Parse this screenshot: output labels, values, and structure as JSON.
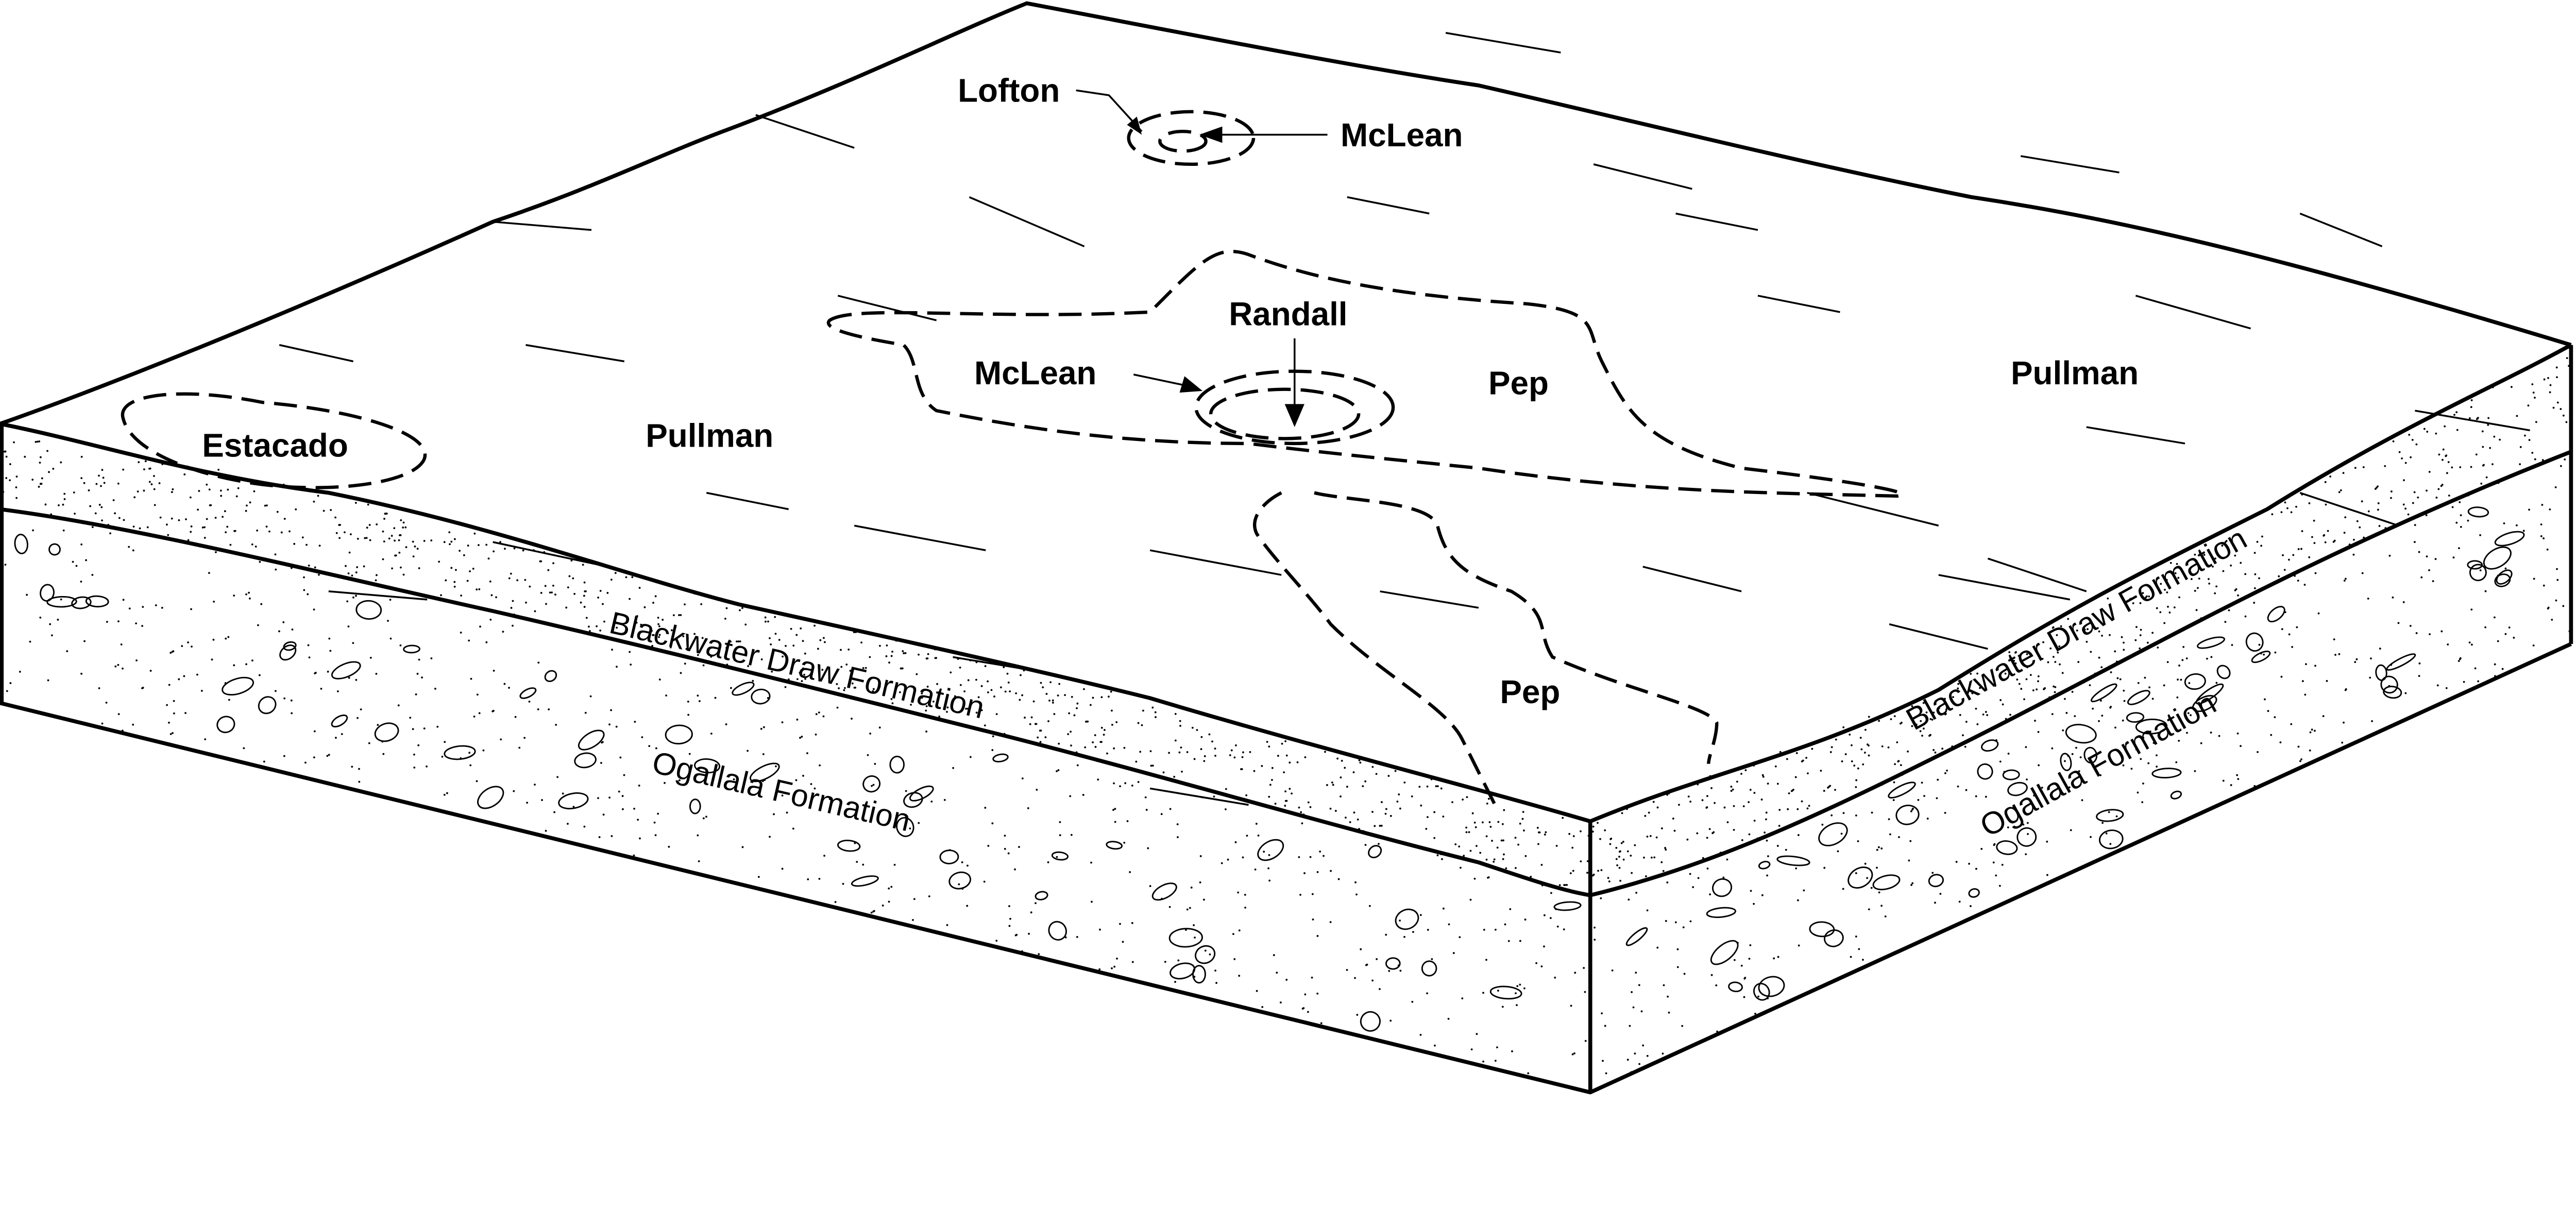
{
  "title": "Soil series block diagram",
  "surface_labels": {
    "lofton": "Lofton",
    "mclean_top": "McLean",
    "mclean_center": "McLean",
    "randall": "Randall",
    "pep_center": "Pep",
    "pep_lower": "Pep",
    "pullman_left": "Pullman",
    "pullman_right": "Pullman",
    "estacado": "Estacado"
  },
  "formations": {
    "blackwater_left": "Blackwater Draw Formation",
    "blackwater_right": "Blackwater Draw Formation",
    "ogallala_left": "Ogallala Formation",
    "ogallala_right": "Ogallala Formation"
  },
  "colors": {
    "ink": "#000000",
    "paper": "#ffffff"
  }
}
